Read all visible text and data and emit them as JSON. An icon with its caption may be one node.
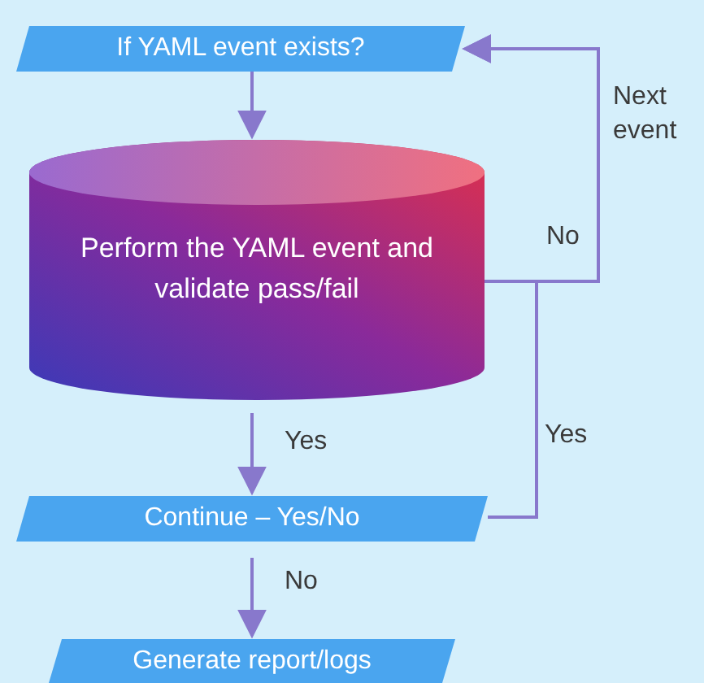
{
  "diagram": {
    "nodes": [
      {
        "text": [
          "If YAML event exists?"
        ]
      },
      {
        "text": [
          "Perform the YAML event and validate pass/fail"
        ]
      },
      {
        "text": [
          "Continue – Yes/No"
        ]
      },
      {
        "text": [
          "Generate report/logs"
        ]
      }
    ],
    "edges": [
      {
        "from": 0,
        "to": 1,
        "arrow": "to"
      },
      {
        "from": 1,
        "to": 0,
        "arrow": "to",
        "label": "No"
      },
      {
        "from": 1,
        "to": 2,
        "arrow": "to",
        "label": "Yes"
      },
      {
        "from": 2,
        "to": 0,
        "arrow": "to",
        "label": "Yes"
      },
      {
        "from": 2,
        "to": 3,
        "arrow": "to",
        "label": "No"
      }
    ],
    "labels": [
      "Next event"
    ]
  }
}
